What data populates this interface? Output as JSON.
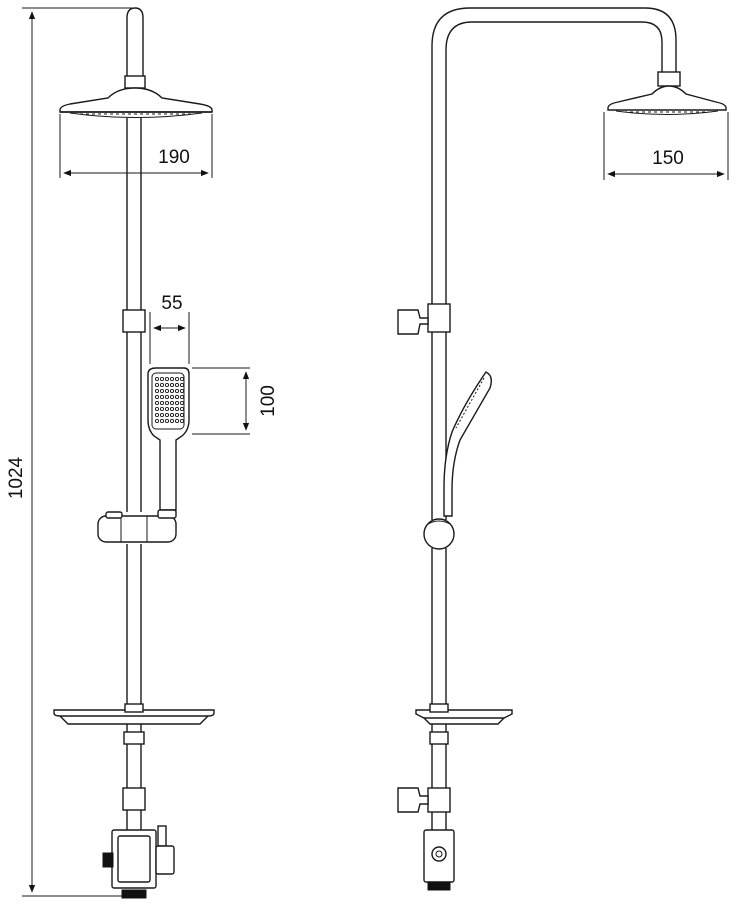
{
  "dimensions": {
    "total_height": "1024",
    "front_head_diameter": "190",
    "side_head_diameter": "150",
    "hand_shower_width": "55",
    "hand_shower_height": "100"
  }
}
